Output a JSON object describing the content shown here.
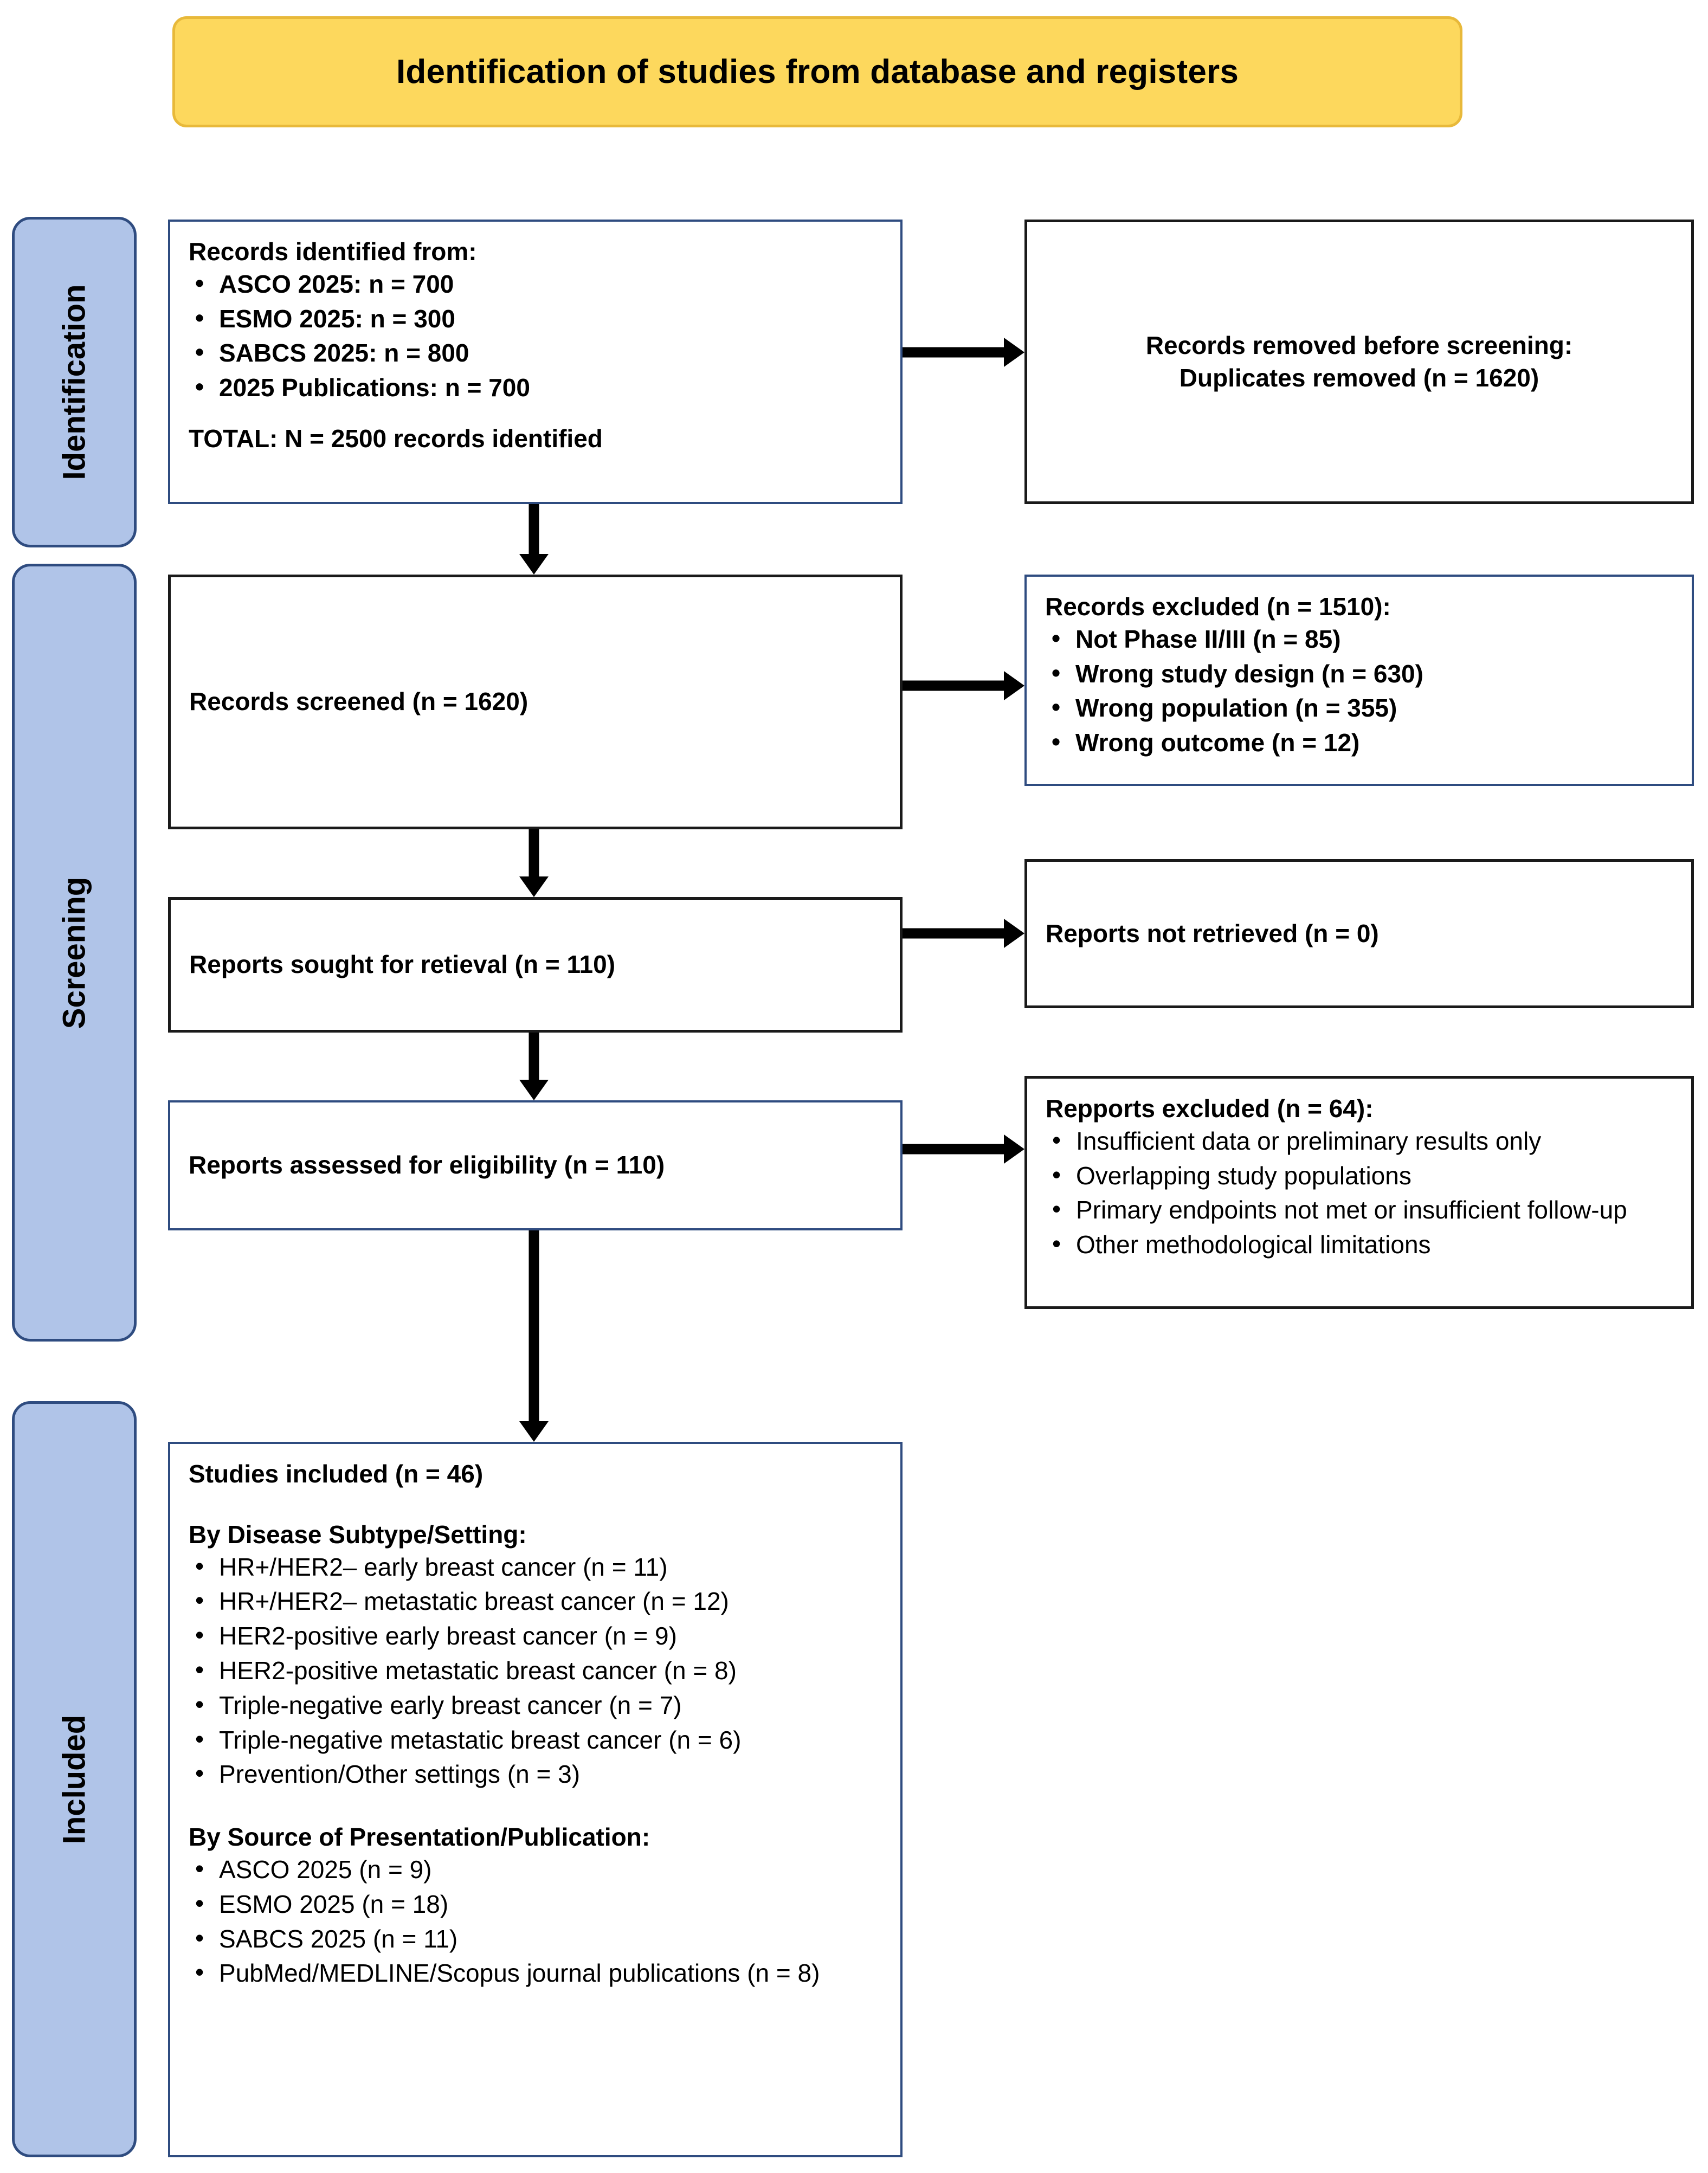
{
  "banner": {
    "title": "Identification of studies from database and registers"
  },
  "phases": [
    {
      "label": "Identification"
    },
    {
      "label": "Screening"
    },
    {
      "label": "Included"
    }
  ],
  "boxes": {
    "identified": {
      "heading": "Records identified from:",
      "items": [
        "ASCO 2025: n = 700",
        "ESMO 2025: n = 300",
        "SABCS 2025: n = 800",
        "2025 Publications: n = 700"
      ],
      "total": "TOTAL: N = 2500 records identified"
    },
    "removed": {
      "line1": "Records removed before screening:",
      "line2": "Duplicates removed (n = 1620)"
    },
    "screened": {
      "label": "Records screened (n = 1620)"
    },
    "excluded_records": {
      "heading": "Records excluded (n = 1510):",
      "items": [
        "Not Phase II/III (n = 85)",
        "Wrong study design (n = 630)",
        "Wrong population (n = 355)",
        "Wrong outcome (n = 12)"
      ]
    },
    "sought": {
      "label": "Reports sought for retieval (n = 110)"
    },
    "not_retrieved": {
      "label": "Reports not retrieved (n = 0)"
    },
    "assessed": {
      "label": "Reports assessed for eligibility (n = 110)"
    },
    "excluded_reports": {
      "heading": "Repports excluded (n = 64):",
      "items": [
        "Insufficient data or preliminary results only",
        "Overlapping study populations",
        "Primary endpoints not met or insufficient follow-up",
        "Other methodological limitations"
      ]
    },
    "included": {
      "heading": "Studies included (n = 46)",
      "subtype_heading": "By Disease Subtype/Setting:",
      "subtype_items": [
        "HR+/HER2– early breast cancer (n = 11)",
        "HR+/HER2– metastatic breast cancer (n = 12)",
        "HER2-positive early breast cancer (n = 9)",
        "HER2-positive metastatic breast cancer (n = 8)",
        "Triple-negative early breast cancer (n = 7)",
        "Triple-negative metastatic breast cancer (n = 6)",
        "Prevention/Other settings (n = 3)"
      ],
      "source_heading": "By Source of Presentation/Publication:",
      "source_items": [
        "ASCO 2025 (n = 9)",
        "ESMO 2025 (n = 18)",
        "SABCS 2025 (n = 11)",
        "PubMed/MEDLINE/Scopus journal publications (n = 8)"
      ]
    }
  },
  "colors": {
    "banner_fill": "#FDD85D",
    "banner_border": "#E8B93A",
    "phase_fill": "#B0C4E8",
    "phase_border": "#2F4C80",
    "box_border_blue": "#2F4C80",
    "box_border_dark": "#1A1A1A",
    "connector": "#000000"
  }
}
